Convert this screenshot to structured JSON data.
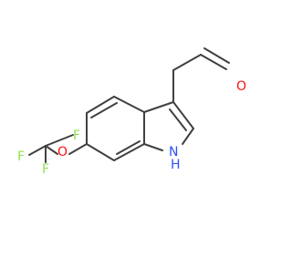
{
  "molecule": {
    "atoms": {
      "O": "O",
      "N": "N",
      "H": "H",
      "O2": "O",
      "F1": "F",
      "F2": "F",
      "F3": "F"
    },
    "colors": {
      "bond": "#404040",
      "oxygen": "#ff0d0d",
      "nitrogen": "#3050f8",
      "fluorine": "#90e050",
      "carbon": "#404040"
    }
  }
}
